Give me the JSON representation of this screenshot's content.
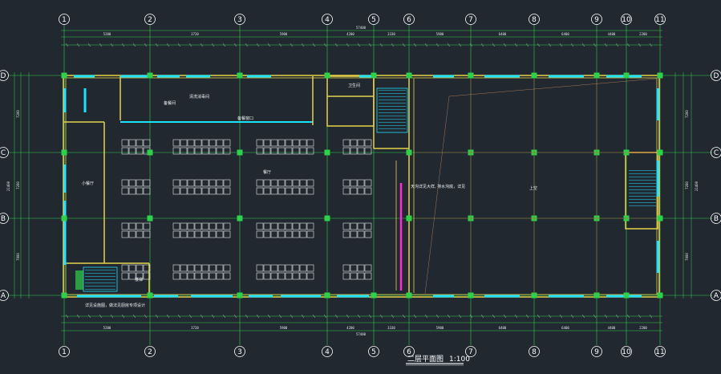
{
  "drawing": {
    "title": "二层平面图",
    "scale": "1:100"
  },
  "axes": {
    "numbers": [
      "1",
      "2",
      "3",
      "4",
      "5",
      "6",
      "7",
      "8",
      "9",
      "10",
      "11"
    ],
    "letters": [
      "D",
      "C",
      "B",
      "A"
    ]
  },
  "dimensions": {
    "total_width": "57400",
    "top_bays": [
      "5200",
      "3720",
      "5900",
      "4200",
      "3330",
      "5900",
      "6400",
      "6400",
      "4400",
      "2200"
    ],
    "bottom_bays": [
      "5200",
      "3720",
      "5900",
      "4200",
      "3330",
      "5900",
      "6400",
      "6400",
      "4400",
      "2200"
    ],
    "side_total": "21400",
    "side_bays": [
      "7200",
      "7200",
      "7000"
    ]
  },
  "rooms": {
    "dining_hall": "餐厅",
    "small_hall": "小餐厅",
    "upper_void": "上空",
    "kitchen_note_1": "备餐间",
    "kitchen_note_2": "清洗消毒间",
    "toilet": "卫生间",
    "stair_note": "楼梯",
    "note_left": "详见设施图，做法见厨房专项设计",
    "note_right": "天沟详见大样, 排水沟底，详见",
    "window_label": "备餐窗口"
  },
  "colors": {
    "background": "#212830",
    "wall": "#e6d24a",
    "column": "#2fd04a",
    "window": "#1ee0ff",
    "axis": "#2fd04a",
    "red": "#d23838",
    "magenta": "#ff2bd6",
    "white": "#ffffff"
  }
}
